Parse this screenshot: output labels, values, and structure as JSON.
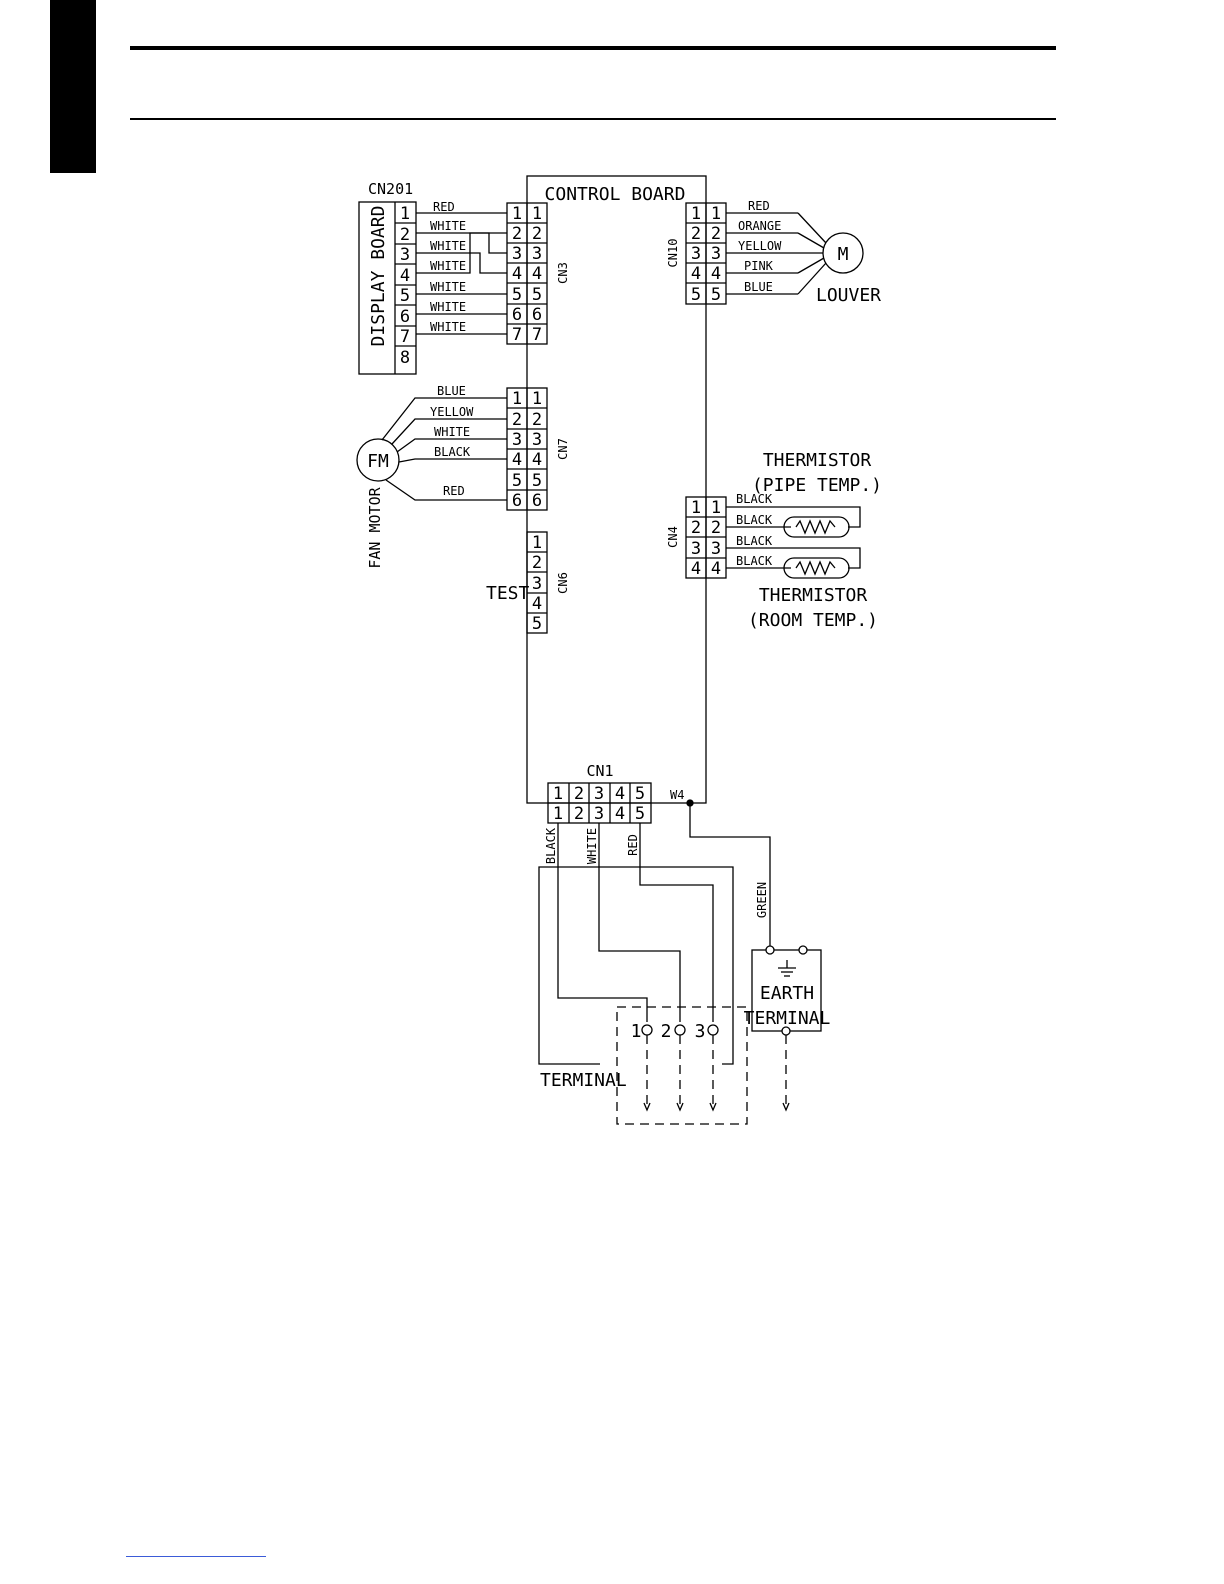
{
  "diagram": {
    "control_board": "CONTROL BOARD",
    "display_board": {
      "connector": "CN201",
      "label": "DISPLAY BOARD",
      "pins": [
        "1",
        "2",
        "3",
        "4",
        "5",
        "6",
        "7",
        "8"
      ]
    },
    "cn3": {
      "name": "CN3",
      "pins": [
        "1",
        "2",
        "3",
        "4",
        "5",
        "6",
        "7"
      ],
      "wires": [
        "RED",
        "WHITE",
        "WHITE",
        "WHITE",
        "WHITE",
        "WHITE",
        "WHITE"
      ]
    },
    "cn10": {
      "name": "CN10",
      "pins": [
        "1",
        "2",
        "3",
        "4",
        "5"
      ],
      "wires": [
        "RED",
        "ORANGE",
        "YELLOW",
        "PINK",
        "BLUE"
      ],
      "motor_symbol": "M",
      "device": "LOUVER"
    },
    "cn7": {
      "name": "CN7",
      "pins": [
        "1",
        "2",
        "3",
        "4",
        "5",
        "6"
      ],
      "wires": [
        "BLUE",
        "YELLOW",
        "WHITE",
        "BLACK",
        "RED"
      ],
      "motor_symbol": "FM",
      "device": "FAN MOTOR"
    },
    "cn4": {
      "name": "CN4",
      "pins": [
        "1",
        "2",
        "3",
        "4"
      ],
      "wires": [
        "BLACK",
        "BLACK",
        "BLACK",
        "BLACK"
      ],
      "thermistor_pipe": [
        "THERMISTOR",
        "(PIPE TEMP.)"
      ],
      "thermistor_room": [
        "THERMISTOR",
        "(ROOM TEMP.)"
      ]
    },
    "cn6": {
      "name": "CN6",
      "pins": [
        "1",
        "2",
        "3",
        "4",
        "5"
      ],
      "label": "TEST"
    },
    "cn1": {
      "name": "CN1",
      "pins": [
        "1",
        "2",
        "3",
        "4",
        "5"
      ],
      "wires": [
        "BLACK",
        "WHITE",
        "RED"
      ],
      "ground_point": "W4",
      "ground_wire": "GREEN"
    },
    "terminal": {
      "label": "TERMINAL",
      "numbers": [
        "1",
        "2",
        "3"
      ]
    },
    "earth_terminal": [
      "EARTH",
      "TERMINAL"
    ]
  }
}
